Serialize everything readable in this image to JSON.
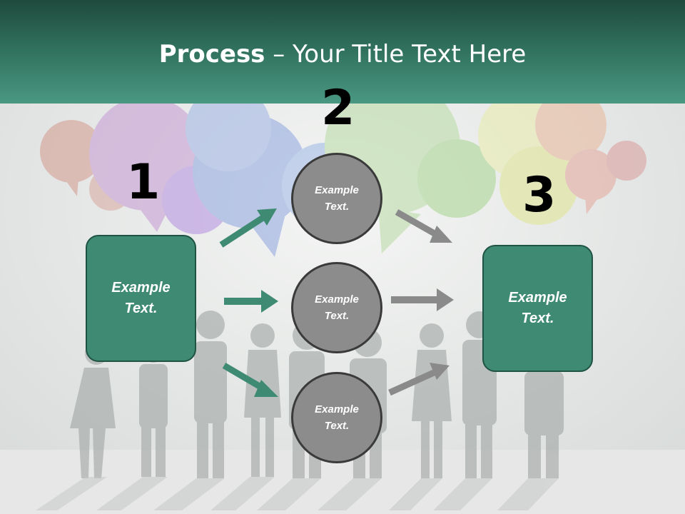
{
  "title": {
    "bold": "Process",
    "rest": " – Your Title Text Here"
  },
  "steps": {
    "n1": "1",
    "n2": "2",
    "n3": "3"
  },
  "boxes": {
    "left": "Example Text.",
    "right": "Example Text."
  },
  "circles": {
    "top": "Example Text.",
    "middle": "Example Text.",
    "bottom": "Example Text."
  },
  "colors": {
    "header": "#2f6f5b",
    "box": "#3f8a72",
    "circle": "#8c8c8c",
    "arrow_green": "#3f8a72",
    "arrow_gray": "#8a8a8a"
  }
}
